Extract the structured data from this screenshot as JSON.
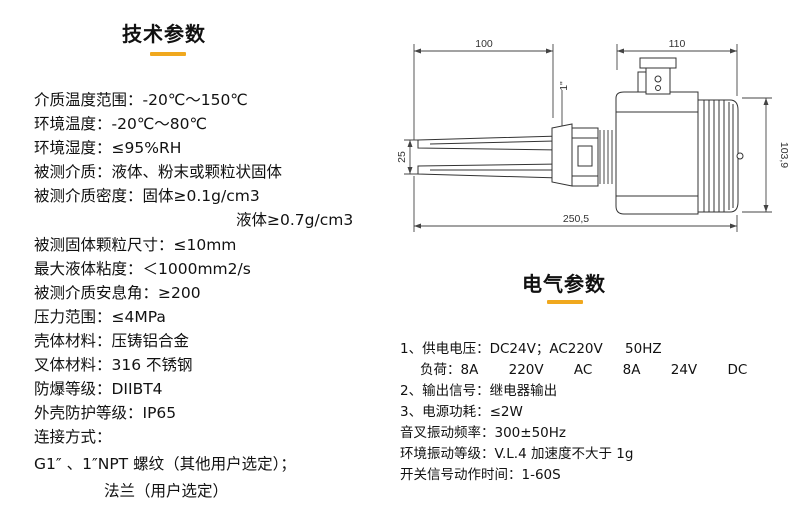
{
  "tech": {
    "title": "技术参数",
    "lines": [
      "介质温度范围：-20℃～150℃",
      "环境温度：-20℃～80℃",
      "环境湿度：≤95%RH",
      "被测介质：液体、粉末或颗粒状固体",
      "被测介质密度：固体≥0.1g/cm3",
      "液体≥0.7g/cm3",
      "被测固体颗粒尺寸：≤10mm",
      "最大液体粘度：＜1000mm2/s",
      "被测介质安息角：≥200",
      "压力范围：≤4MPa",
      "壳体材料：压铸铝合金",
      "叉体材料：316 不锈钢",
      "防爆等级：DIIBT4",
      "外壳防护等级：IP65",
      "连接方式：",
      "G1″ 、1″NPT 螺纹（其他用户选定）；",
      "法兰（用户选定）"
    ]
  },
  "elec": {
    "title": "电气参数",
    "lines": [
      "1、供电电压：DC24V；AC220V 50HZ",
      "负荷：8A 220V AC 8A 24V DC",
      "2、输出信号：继电器输出",
      "3、电源功耗：≤2W",
      "音叉振动频率：300±50Hz",
      "环境振动等级：V.L.4 加速度不大于 1g",
      "开关信号动作时间：1-60S"
    ]
  },
  "drawing": {
    "dim_100": "100",
    "dim_110": "110",
    "dim_25": "25",
    "dim_103_9": "103,9",
    "dim_250_5": "250,5",
    "thread_label": "1\""
  },
  "colors": {
    "accent": "#f0a81e"
  }
}
